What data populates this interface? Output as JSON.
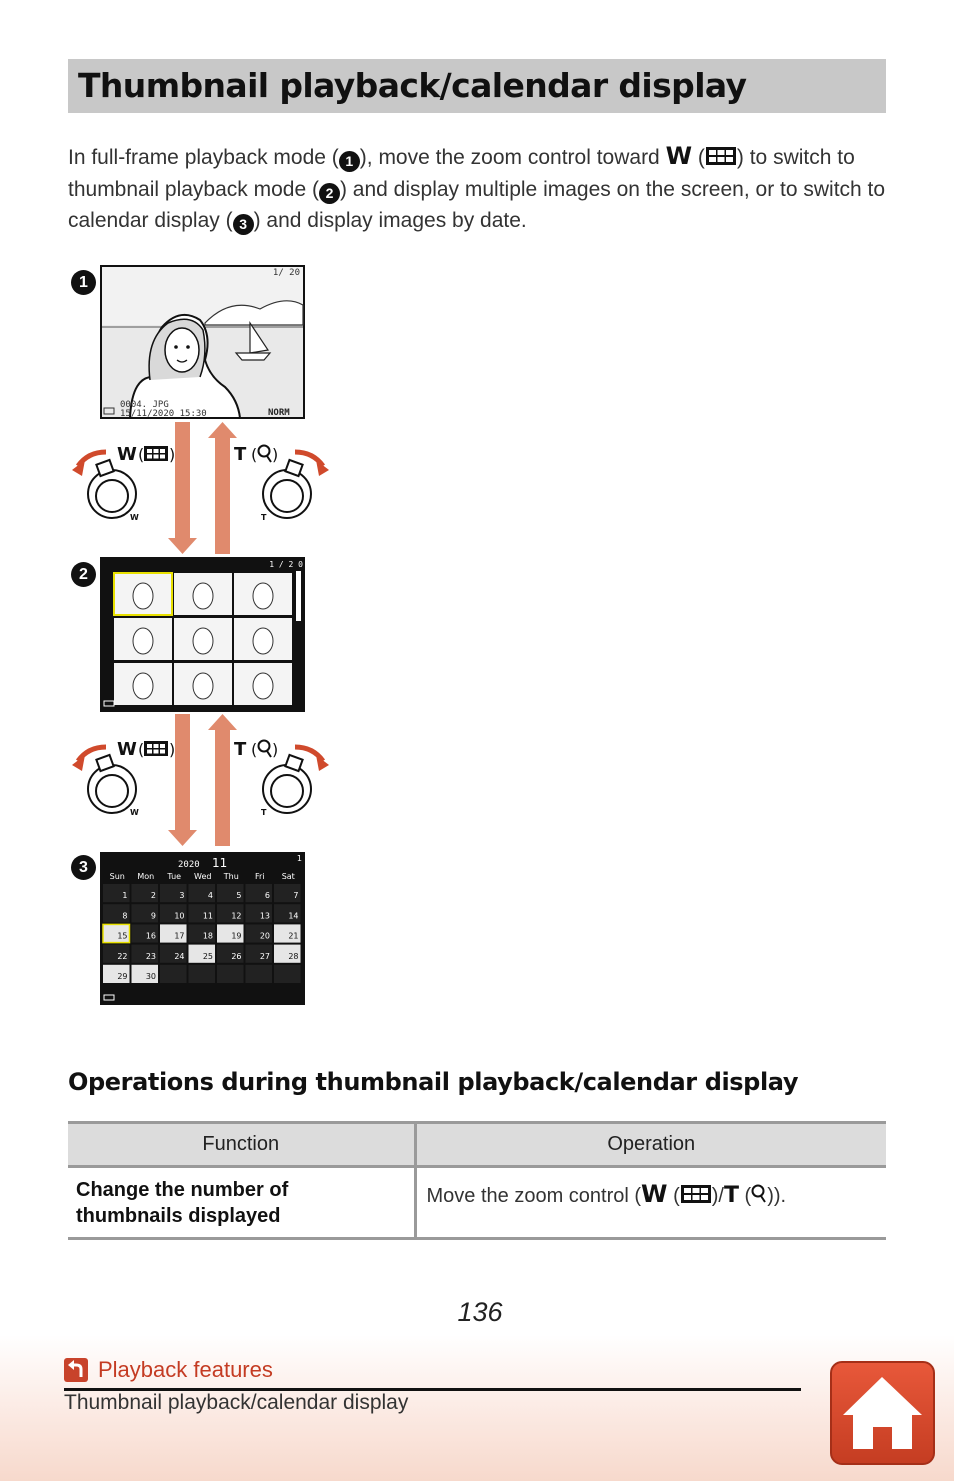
{
  "title": "Thumbnail playback/calendar display",
  "intro": {
    "p1": "In full-frame playback mode (",
    "n1": "1",
    "p2": "), move the zoom control toward ",
    "w": "W",
    "p3": " (",
    "p4": ") to switch to thumbnail playback mode (",
    "n2": "2",
    "p5": ") and display multiple images on the screen, or to switch to calendar display (",
    "n3": "3",
    "p6": ") and display images by date."
  },
  "markers": [
    "1",
    "2",
    "3"
  ],
  "zoom": {
    "w_label": "W",
    "t_label": "T",
    "w_small": "W",
    "t_small": "T"
  },
  "screen1": {
    "counter": "1/ 20",
    "file": "0004. JPG",
    "datetime": "15/11/2020  15:30",
    "quality": "NORM"
  },
  "screen2": {
    "counter": "1 / 2 0"
  },
  "calendar": {
    "year": "2020",
    "month": "11",
    "count": "1",
    "weekdays": [
      "Sun",
      "Mon",
      "Tue",
      "Wed",
      "Thu",
      "Fri",
      "Sat"
    ],
    "rows": [
      [
        "1",
        "2",
        "3",
        "4",
        "5",
        "6",
        "7"
      ],
      [
        "8",
        "9",
        "10",
        "11",
        "12",
        "13",
        "14"
      ],
      [
        "15",
        "16",
        "17",
        "18",
        "19",
        "20",
        "21"
      ],
      [
        "22",
        "23",
        "24",
        "25",
        "26",
        "27",
        "28"
      ],
      [
        "29",
        "30",
        "",
        "",
        "",
        "",
        ""
      ]
    ]
  },
  "section_heading": "Operations during thumbnail playback/calendar display",
  "table": {
    "headers": [
      "Function",
      "Operation"
    ],
    "rows": [
      {
        "function_line1": "Change the number of",
        "function_line2": "thumbnails displayed",
        "op_a": "Move the zoom control (",
        "op_w": "W",
        "op_b": " (",
        "op_c": ")/",
        "op_t": "T",
        "op_d": " (",
        "op_e": "))."
      }
    ]
  },
  "page_number": "136",
  "footer": {
    "section": "Playback features",
    "crumb": "Thumbnail playback/calendar display"
  },
  "colors": {
    "accent": "#c8432b",
    "arrow": "#e08a6d",
    "highlight": "#e8e000"
  },
  "icons": [
    "thumbnail-grid-icon",
    "magnifier-icon",
    "zoom-dial-icon",
    "back-icon",
    "home-icon"
  ]
}
